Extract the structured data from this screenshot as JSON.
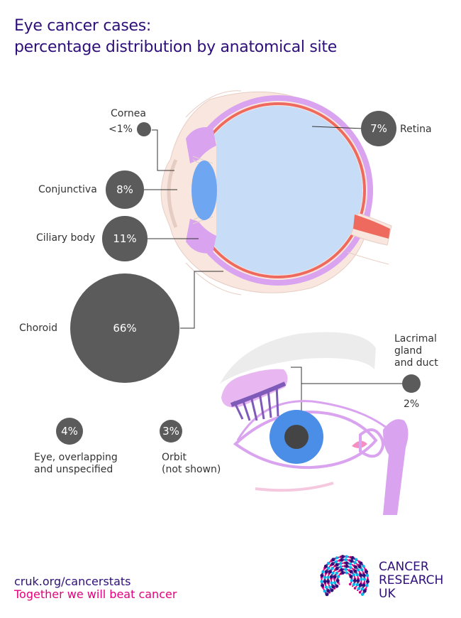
{
  "title": {
    "line1": "Eye cancer cases:",
    "line2": "percentage distribution by anatomical site"
  },
  "sites": {
    "cornea": {
      "name": "Cornea",
      "value": "<1%"
    },
    "retina": {
      "name": "Retina",
      "value": "7%"
    },
    "conjunctiva": {
      "name": "Conjunctiva",
      "value": "8%"
    },
    "ciliary_body": {
      "name": "Ciliary body",
      "value": "11%"
    },
    "choroid": {
      "name": "Choroid",
      "value": "66%"
    },
    "lacrimal": {
      "name_line1": "Lacrimal",
      "name_line2": "gland",
      "name_line3": "and duct",
      "value": "2%"
    },
    "eye_overlapping": {
      "name_line1": "Eye, overlapping",
      "name_line2": "and unspecified",
      "value": "4%"
    },
    "orbit": {
      "name_line1": "Orbit",
      "name_line2": "(not shown)",
      "value": "3%"
    }
  },
  "footer": {
    "link": "cruk.org/cancerstats",
    "tagline": "Together we will beat cancer"
  },
  "logo": {
    "line1": "CANCER",
    "line2": "RESEARCH",
    "line3": "UK"
  },
  "colors": {
    "title": "#2e0f7a",
    "bubble": "#5b5b5b",
    "tagline": "#e4007c",
    "vitreous": "#c6dcf7",
    "lens": "#6fa6f2",
    "retina": "#ef6a5e",
    "choroid_layer": "#d9a3ef"
  }
}
